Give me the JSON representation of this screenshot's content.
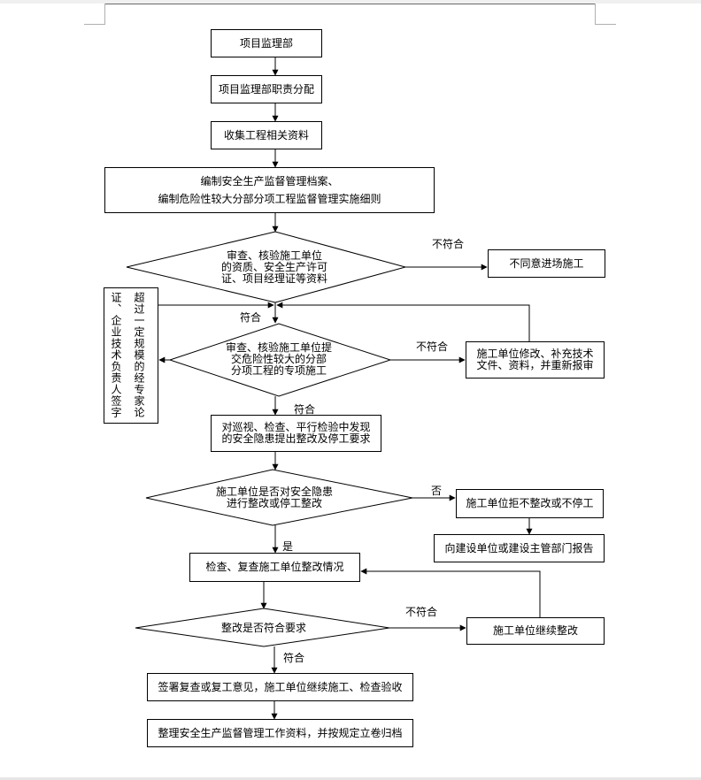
{
  "diagram": {
    "type": "flowchart",
    "nodes": {
      "n1": "项目监理部",
      "n2": "项目监理部职责分配",
      "n3": "收集工程相关资料",
      "n4": "编制安全生产监督管理档案、\n编制危险性较大分部分项工程监督管理实施细则",
      "d1": "审查、核验施工单位\n的资质、安全生产许可\n证、项目经理证等资料",
      "r1": "不同意进场施工",
      "d2": "审查、核验施工单位提\n交危险性较大的分部\n分项工程的专项施工",
      "side_col1": "超过一定规模的经专家论",
      "side_col2": "证、企业技术负责人签字",
      "r2": "施工单位修改、补充技术\n文件、资料，并重新报审",
      "n5": "对巡视、检查、平行检验中发现\n的安全隐患提出整改及停工要求",
      "d3": "施工单位是否对安全隐患\n进行整改或停工整改",
      "r3": "施工单位拒不整改或不停工",
      "r4": "向建设单位或建设主管部门报告",
      "n6": "检查、复查施工单位整改情况",
      "d4": "整改是否符合要求",
      "r5": "施工单位继续整改",
      "n7": "签署复查或复工意见，施工单位继续施工、检查验收",
      "n8": "整理安全生产监督管理工作资料，并按规定立卷归档"
    },
    "edge_labels": {
      "d1_no": "不符合",
      "d1_yes": "符合",
      "d2_no": "不符合",
      "d2_yes": "符合",
      "d3_no": "否",
      "d3_yes": "是",
      "d4_no": "不符合",
      "d4_yes": "符合"
    },
    "colors": {
      "stroke": "#000000",
      "fill": "#ffffff"
    }
  }
}
